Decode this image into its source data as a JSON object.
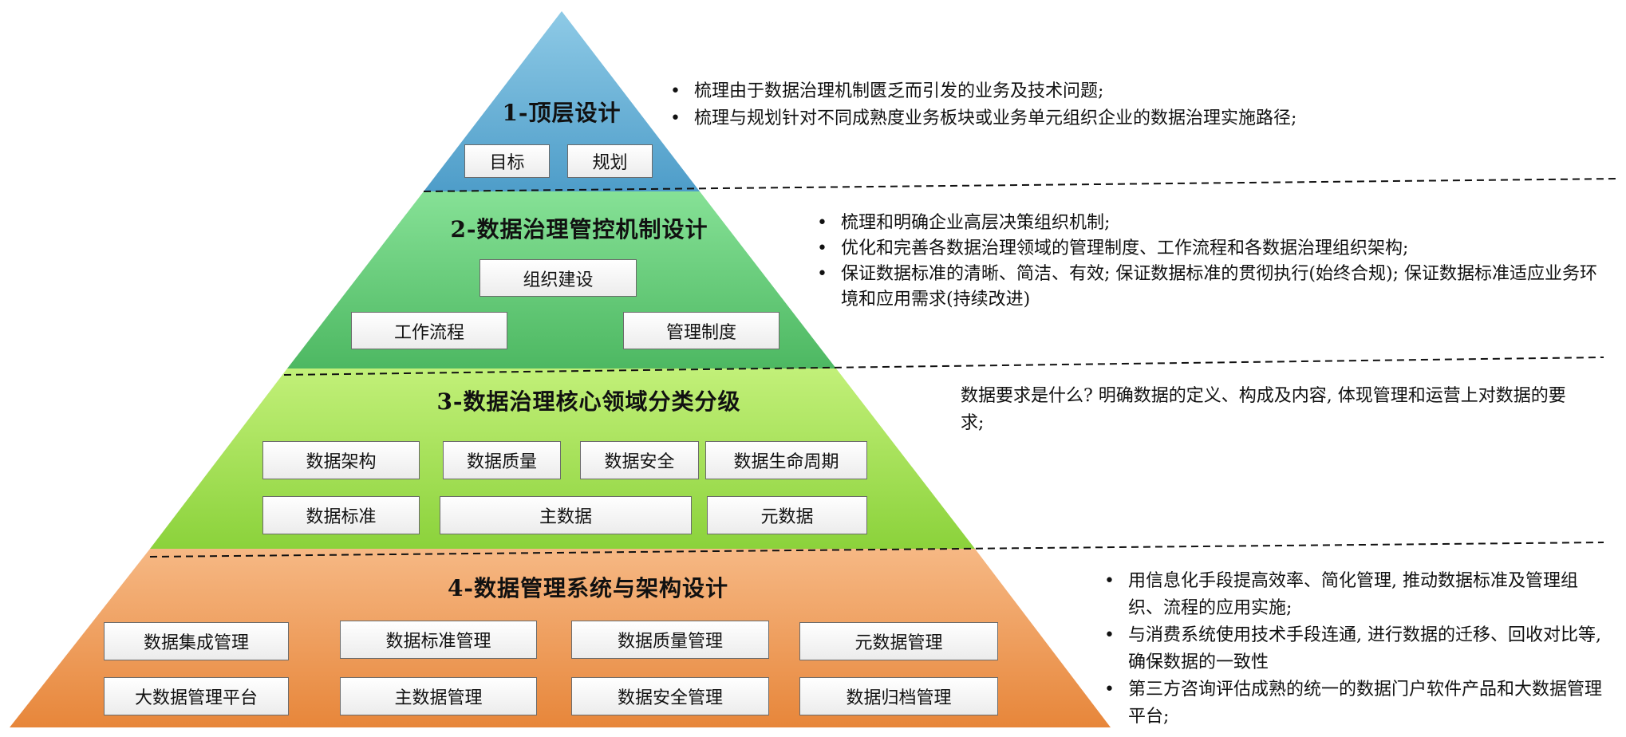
{
  "layers": [
    {
      "title": "1-顶层设计",
      "boxes": [
        "目标",
        "规划"
      ],
      "notes": [
        "梳理由于数据治理机制匮乏而引发的业务及技术问题;",
        "梳理与规划针对不同成熟度业务板块或业务单元组织企业的数据治理实施路径;"
      ]
    },
    {
      "title": "2-数据治理管控机制设计",
      "boxes": [
        "组织建设",
        "工作流程",
        "管理制度"
      ],
      "notes": [
        "梳理和明确企业高层决策组织机制;",
        "优化和完善各数据治理领域的管理制度、工作流程和各数据治理组织架构;",
        "保证数据标准的清晰、简洁、有效; 保证数据标准的贯彻执行(始终合规); 保证数据标准适应业务环境和应用需求(持续改进)"
      ]
    },
    {
      "title": "3-数据治理核心领域分类分级",
      "boxes": [
        "数据架构",
        "数据质量",
        "数据安全",
        "数据生命周期",
        "数据标准",
        "主数据",
        "元数据"
      ],
      "notes": [
        "数据要求是什么? 明确数据的定义、构成及内容, 体现管理和运营上对数据的要求;"
      ]
    },
    {
      "title": "4-数据管理系统与架构设计",
      "boxes": [
        "数据集成管理",
        "数据标准管理",
        "数据质量管理",
        "元数据管理",
        "大数据管理平台",
        "主数据管理",
        "数据安全管理",
        "数据归档管理"
      ],
      "notes": [
        "用信息化手段提高效率、简化管理, 推动数据标准及管理组织、流程的应用实施;",
        "与消费系统使用技术手段连通, 进行数据的迁移、回收对比等, 确保数据的一致性",
        "第三方咨询评估成熟的统一的数据门户软件产品和大数据管理平台;"
      ]
    }
  ],
  "colors": {
    "layer1": [
      "#7ec1dc",
      "#4f9fc8"
    ],
    "layer2": [
      "#7ddc8e",
      "#4cbc62"
    ],
    "layer3": [
      "#bdee70",
      "#8fd43d"
    ],
    "layer4": [
      "#f5b27a",
      "#e98a3d"
    ]
  }
}
